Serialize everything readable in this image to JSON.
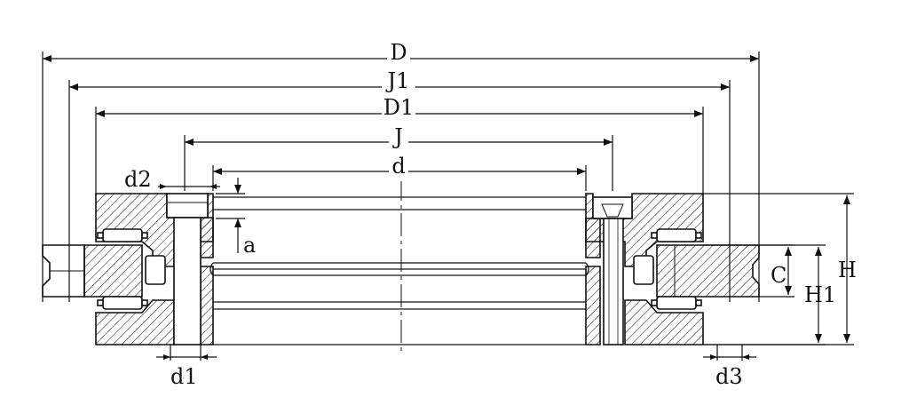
{
  "labels": {
    "D": "D",
    "J1": "J1",
    "D1": "D1",
    "J": "J",
    "d": "d",
    "d2": "d2",
    "a": "a",
    "C": "C",
    "H1": "H1",
    "H": "H",
    "d1": "d1",
    "d3": "d3"
  },
  "colors": {
    "line": "#111111",
    "hatch": "#111111",
    "background": "#ffffff"
  }
}
